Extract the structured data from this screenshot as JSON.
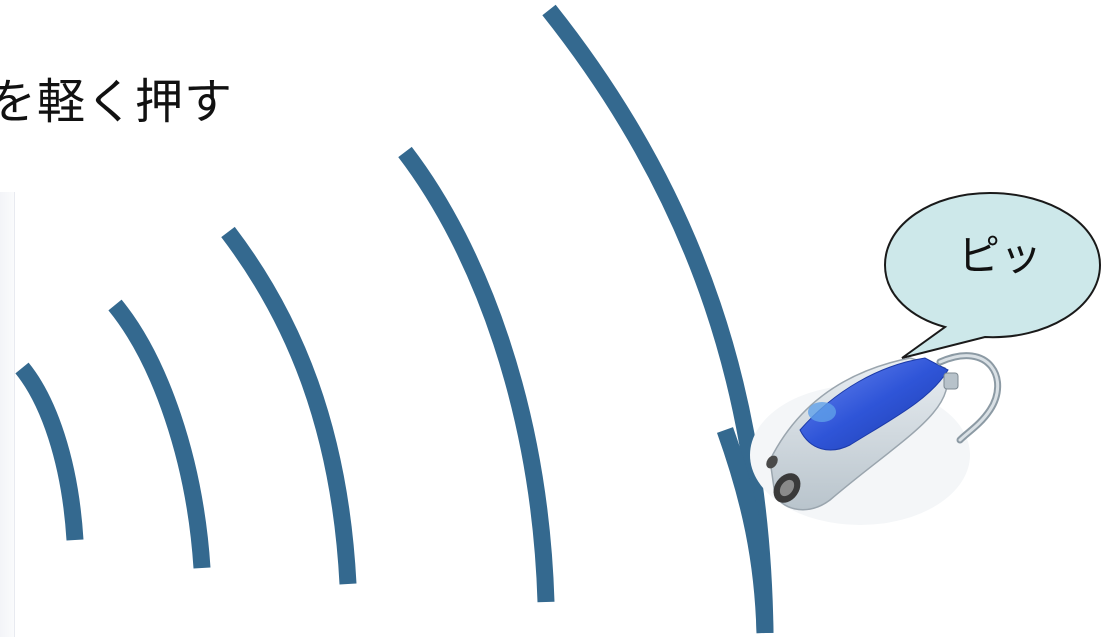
{
  "slide": {
    "heading": "を軽く押す",
    "speech_bubble": "ピッ",
    "device_image": "hearing-aid-photo"
  },
  "colors": {
    "wave_stroke": "#34698f",
    "bubble_fill": "#cde8ea",
    "bubble_stroke": "#1a1a1a",
    "device_blue": "#2f55d8"
  }
}
